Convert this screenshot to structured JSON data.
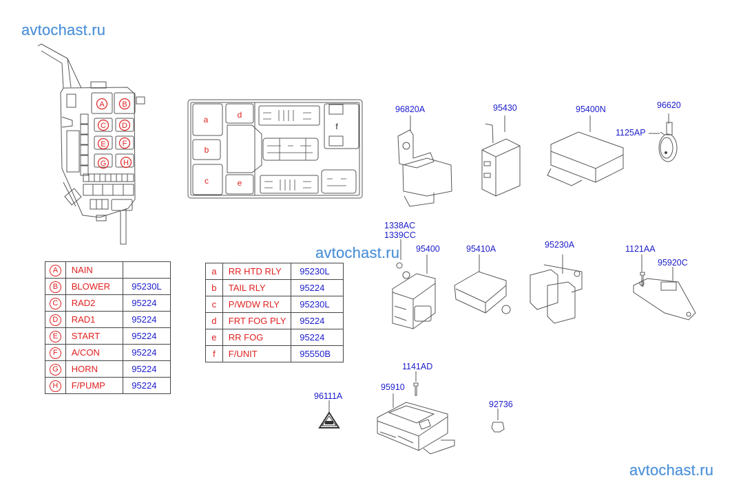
{
  "watermarks": {
    "top_left": "avtochast.ru",
    "middle": "avtochast.ru",
    "bottom_right": "avtochast.ru"
  },
  "fuse_box_main": {
    "slot_labels": [
      "A",
      "B",
      "C",
      "D",
      "E",
      "F",
      "G",
      "H"
    ]
  },
  "relay_box_secondary": {
    "slot_labels": [
      "a",
      "b",
      "c",
      "d",
      "e",
      "f"
    ]
  },
  "legend_main": {
    "rows": [
      {
        "key": "A",
        "name": "NAIN",
        "part": ""
      },
      {
        "key": "B",
        "name": "BLOWER",
        "part": "95230L"
      },
      {
        "key": "C",
        "name": "RAD2",
        "part": "95224"
      },
      {
        "key": "D",
        "name": "RAD1",
        "part": "95224"
      },
      {
        "key": "E",
        "name": "START",
        "part": "95224"
      },
      {
        "key": "F",
        "name": "A/CON",
        "part": "95224"
      },
      {
        "key": "G",
        "name": "HORN",
        "part": "95224"
      },
      {
        "key": "H",
        "name": "F/PUMP",
        "part": "95224"
      }
    ]
  },
  "legend_secondary": {
    "rows": [
      {
        "key": "a",
        "name": "RR HTD RLY",
        "part": "95230L"
      },
      {
        "key": "b",
        "name": "TAIL RLY",
        "part": "95224"
      },
      {
        "key": "c",
        "name": "P/WDW RLY",
        "part": "95230L"
      },
      {
        "key": "d",
        "name": "FRT FOG PLY",
        "part": "95224"
      },
      {
        "key": "e",
        "name": "RR FOG",
        "part": "95224"
      },
      {
        "key": "f",
        "name": "F/UNIT",
        "part": "95550B"
      }
    ]
  },
  "part_labels": {
    "p96820A": "96820A",
    "p95430": "95430",
    "p95400N": "95400N",
    "p96620": "96620",
    "p1125AP": "1125AP",
    "p1338AC": "1338AC",
    "p1339CC": "1339CC",
    "p95400": "95400",
    "p95410A": "95410A",
    "p95230A": "95230A",
    "p1121AA": "1121AA",
    "p95920C": "95920C",
    "p1141AD": "1141AD",
    "p95910": "95910",
    "p96111A": "96111A",
    "p92736": "92736"
  }
}
